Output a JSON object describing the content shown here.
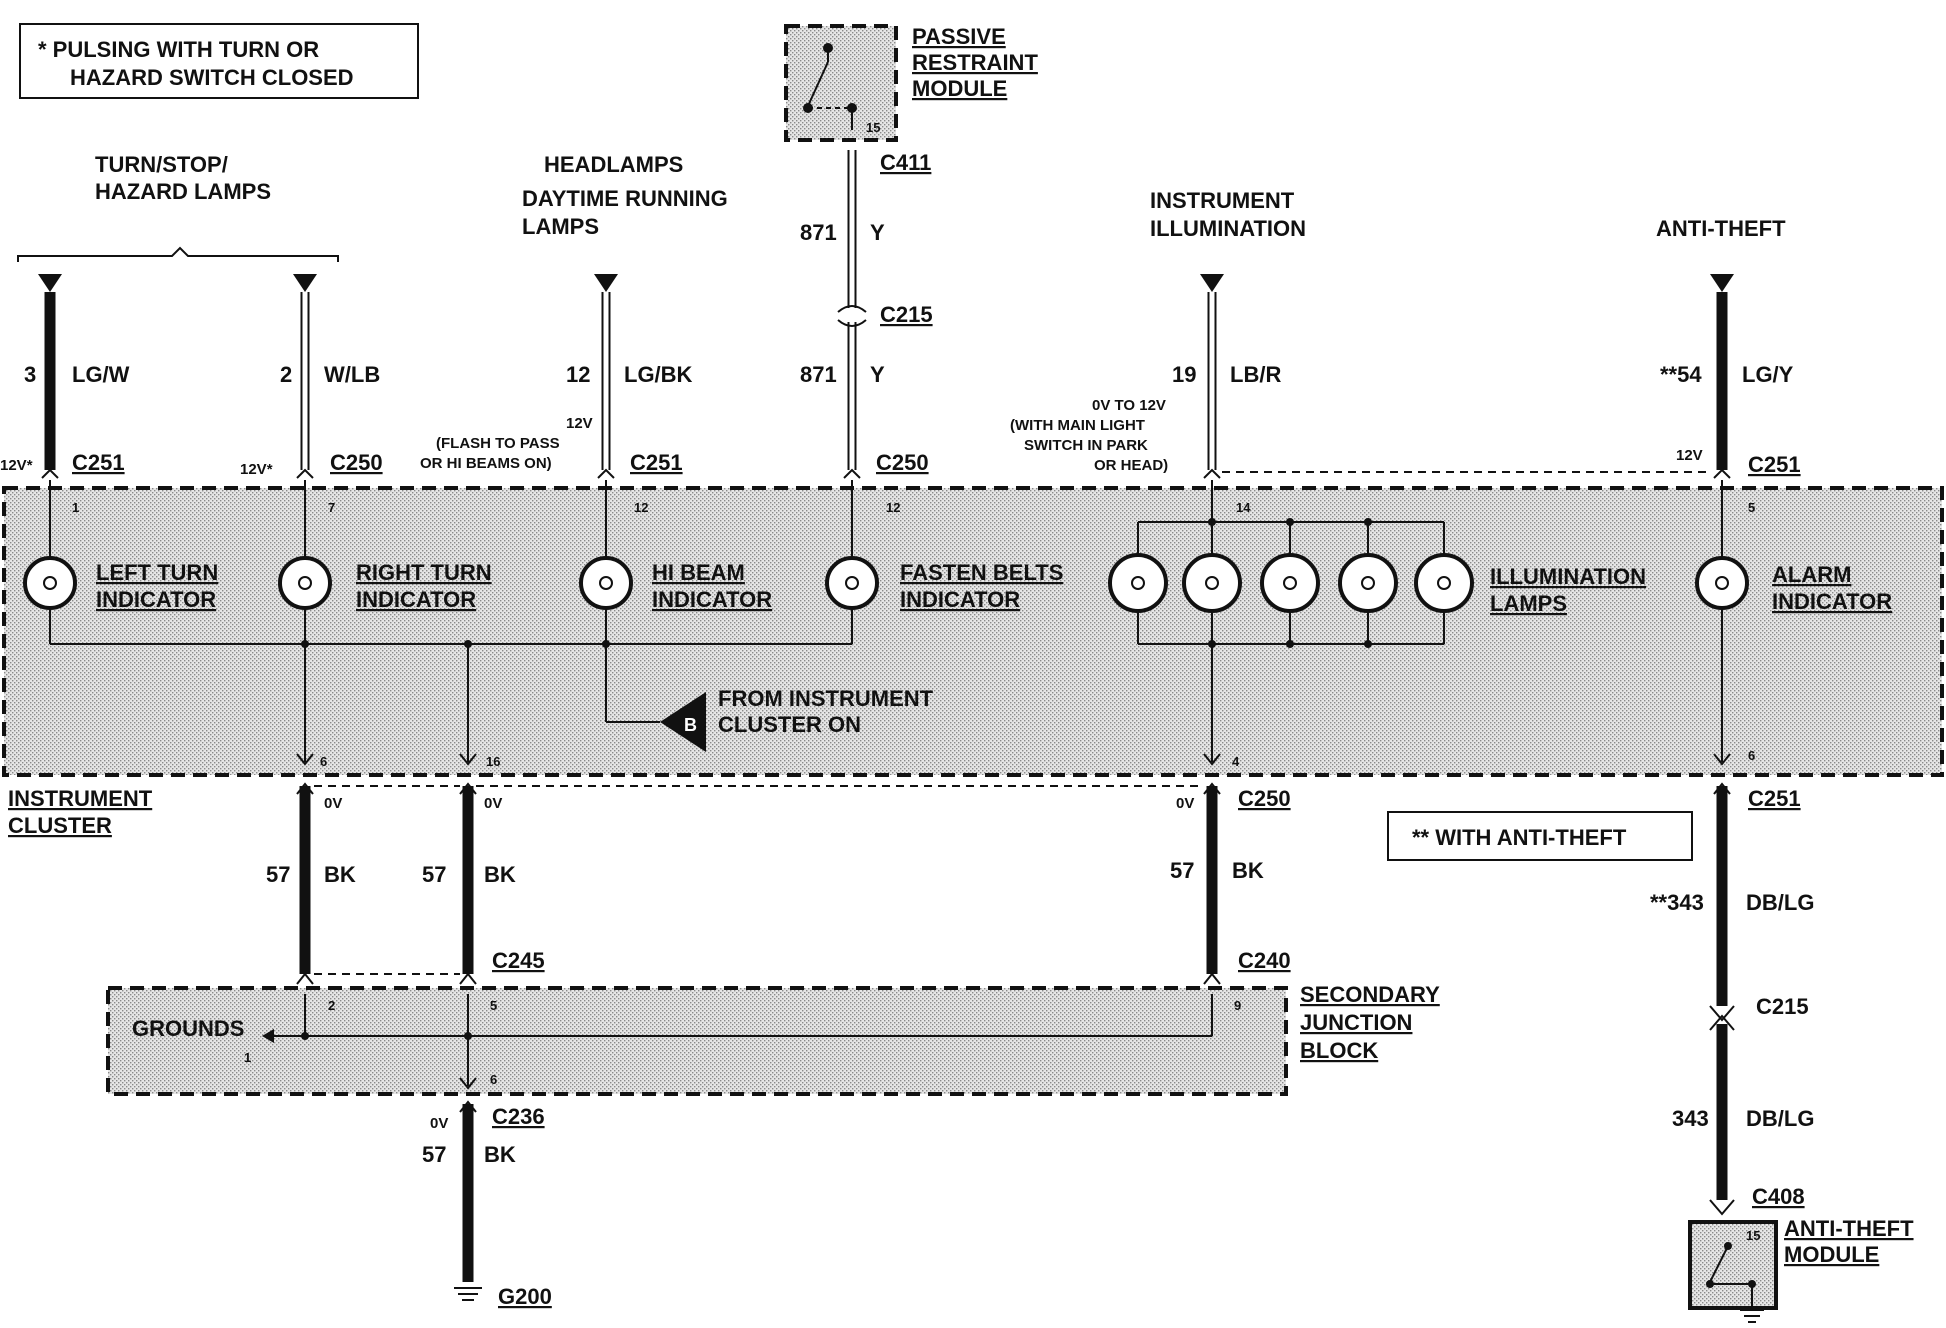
{
  "notes": {
    "pulsing": "* PULSING WITH TURN OR",
    "pulsing2": "HAZARD SWITCH CLOSED",
    "anti_theft": "** WITH ANTI-THEFT"
  },
  "top_labels": {
    "turn1": "TURN/STOP/",
    "turn2": "HAZARD LAMPS",
    "head1": "HEADLAMPS",
    "head2": "DAYTIME RUNNING",
    "head3": "LAMPS",
    "inst1": "INSTRUMENT",
    "inst2": "ILLUMINATION",
    "anti": "ANTI-THEFT"
  },
  "passive": {
    "l1": "PASSIVE",
    "l2": "RESTRAINT",
    "l3": "MODULE",
    "pin": "15"
  },
  "antitheft_module": {
    "l1": "ANTI-THEFT",
    "l2": "MODULE",
    "pin": "15"
  },
  "wires": {
    "w1": {
      "num": "3",
      "color": "LG/W"
    },
    "w2": {
      "num": "2",
      "color": "W/LB"
    },
    "w3": {
      "num": "12",
      "color": "LG/BK"
    },
    "w4a": {
      "num": "871",
      "color": "Y"
    },
    "w4b": {
      "num": "871",
      "color": "Y"
    },
    "w5": {
      "num": "19",
      "color": "LB/R"
    },
    "w6": {
      "num": "**54",
      "color": "LG/Y"
    },
    "g1": {
      "num": "57",
      "color": "BK"
    },
    "g2": {
      "num": "57",
      "color": "BK"
    },
    "g3": {
      "num": "57",
      "color": "BK"
    },
    "g4": {
      "num": "57",
      "color": "BK"
    },
    "a1": {
      "num": "**343",
      "color": "DB/LG"
    },
    "a2": {
      "num": "343",
      "color": "DB/LG"
    }
  },
  "connectors": {
    "c411": "C411",
    "c215a": "C215",
    "c215b": "C215",
    "c251a": "C251",
    "c250a": "C250",
    "c251b": "C251",
    "c250b": "C250",
    "c251c": "C251",
    "c250c": "C250",
    "c251d": "C251",
    "c245": "C245",
    "c240": "C240",
    "c236": "C236",
    "c408": "C408",
    "g200": "G200"
  },
  "voltages": {
    "v1": "12V*",
    "v2": "12V*",
    "v3": "12V",
    "v3b": "(FLASH TO PASS",
    "v3c": "OR HI BEAMS ON)",
    "v5": "0V TO 12V",
    "v5b": "(WITH MAIN LIGHT",
    "v5c": "SWITCH IN PARK",
    "v5d": "OR HEAD)",
    "v6": "12V",
    "z1": "0V",
    "z2": "0V",
    "z3": "0V",
    "z4": "0V"
  },
  "pins": {
    "p1": "1",
    "p7": "7",
    "p12a": "12",
    "p12b": "12",
    "p14": "14",
    "p5": "5",
    "p6a": "6",
    "p16": "16",
    "p4": "4",
    "p6b": "6",
    "j2": "2",
    "j5": "5",
    "j9": "9",
    "j1": "1",
    "j6": "6"
  },
  "indicators": {
    "left1": "LEFT TURN",
    "left2": "INDICATOR",
    "right1": "RIGHT TURN",
    "right2": "INDICATOR",
    "hi1": "HI BEAM",
    "hi2": "INDICATOR",
    "belt1": "FASTEN BELTS",
    "belt2": "INDICATOR",
    "ill1": "ILLUMINATION",
    "ill2": "LAMPS",
    "alarm1": "ALARM",
    "alarm2": "INDICATOR"
  },
  "cluster": {
    "l1": "INSTRUMENT",
    "l2": "CLUSTER",
    "from1": "FROM INSTRUMENT",
    "from2": "CLUSTER ON",
    "b": "B"
  },
  "junction": {
    "l1": "SECONDARY",
    "l2": "JUNCTION",
    "l3": "BLOCK",
    "grounds": "GROUNDS"
  }
}
